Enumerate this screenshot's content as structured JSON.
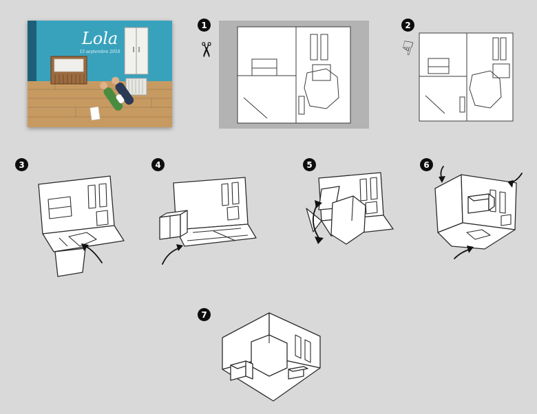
{
  "page": {
    "background": "#d9d9d9",
    "cut_panel_gray": "#b3b3b3",
    "ink": "#2a2a2a"
  },
  "card": {
    "title": "Lola",
    "subtitle": "15 septembre 2016",
    "colors": {
      "wall": "#38a2bd",
      "wall_dark": "#1d5f78",
      "floor": "#c79a62",
      "crib": "#9c6b3f",
      "wardrobe": "#f1f1ee",
      "radiator": "#e7e7e4",
      "person_green": "#4a8c3f",
      "person_navy": "#2b3a55"
    }
  },
  "steps": [
    {
      "label": "1",
      "action": "cut-out-template"
    },
    {
      "label": "2",
      "action": "template-cut"
    },
    {
      "label": "3",
      "action": "fold-floor-up"
    },
    {
      "label": "4",
      "action": "fold-wardrobe-box"
    },
    {
      "label": "5",
      "action": "fold-crib-up"
    },
    {
      "label": "6",
      "action": "fold-walls-corner"
    },
    {
      "label": "7",
      "action": "finished-room"
    }
  ],
  "icons": {
    "scissors": "✂",
    "hand": "☟"
  }
}
